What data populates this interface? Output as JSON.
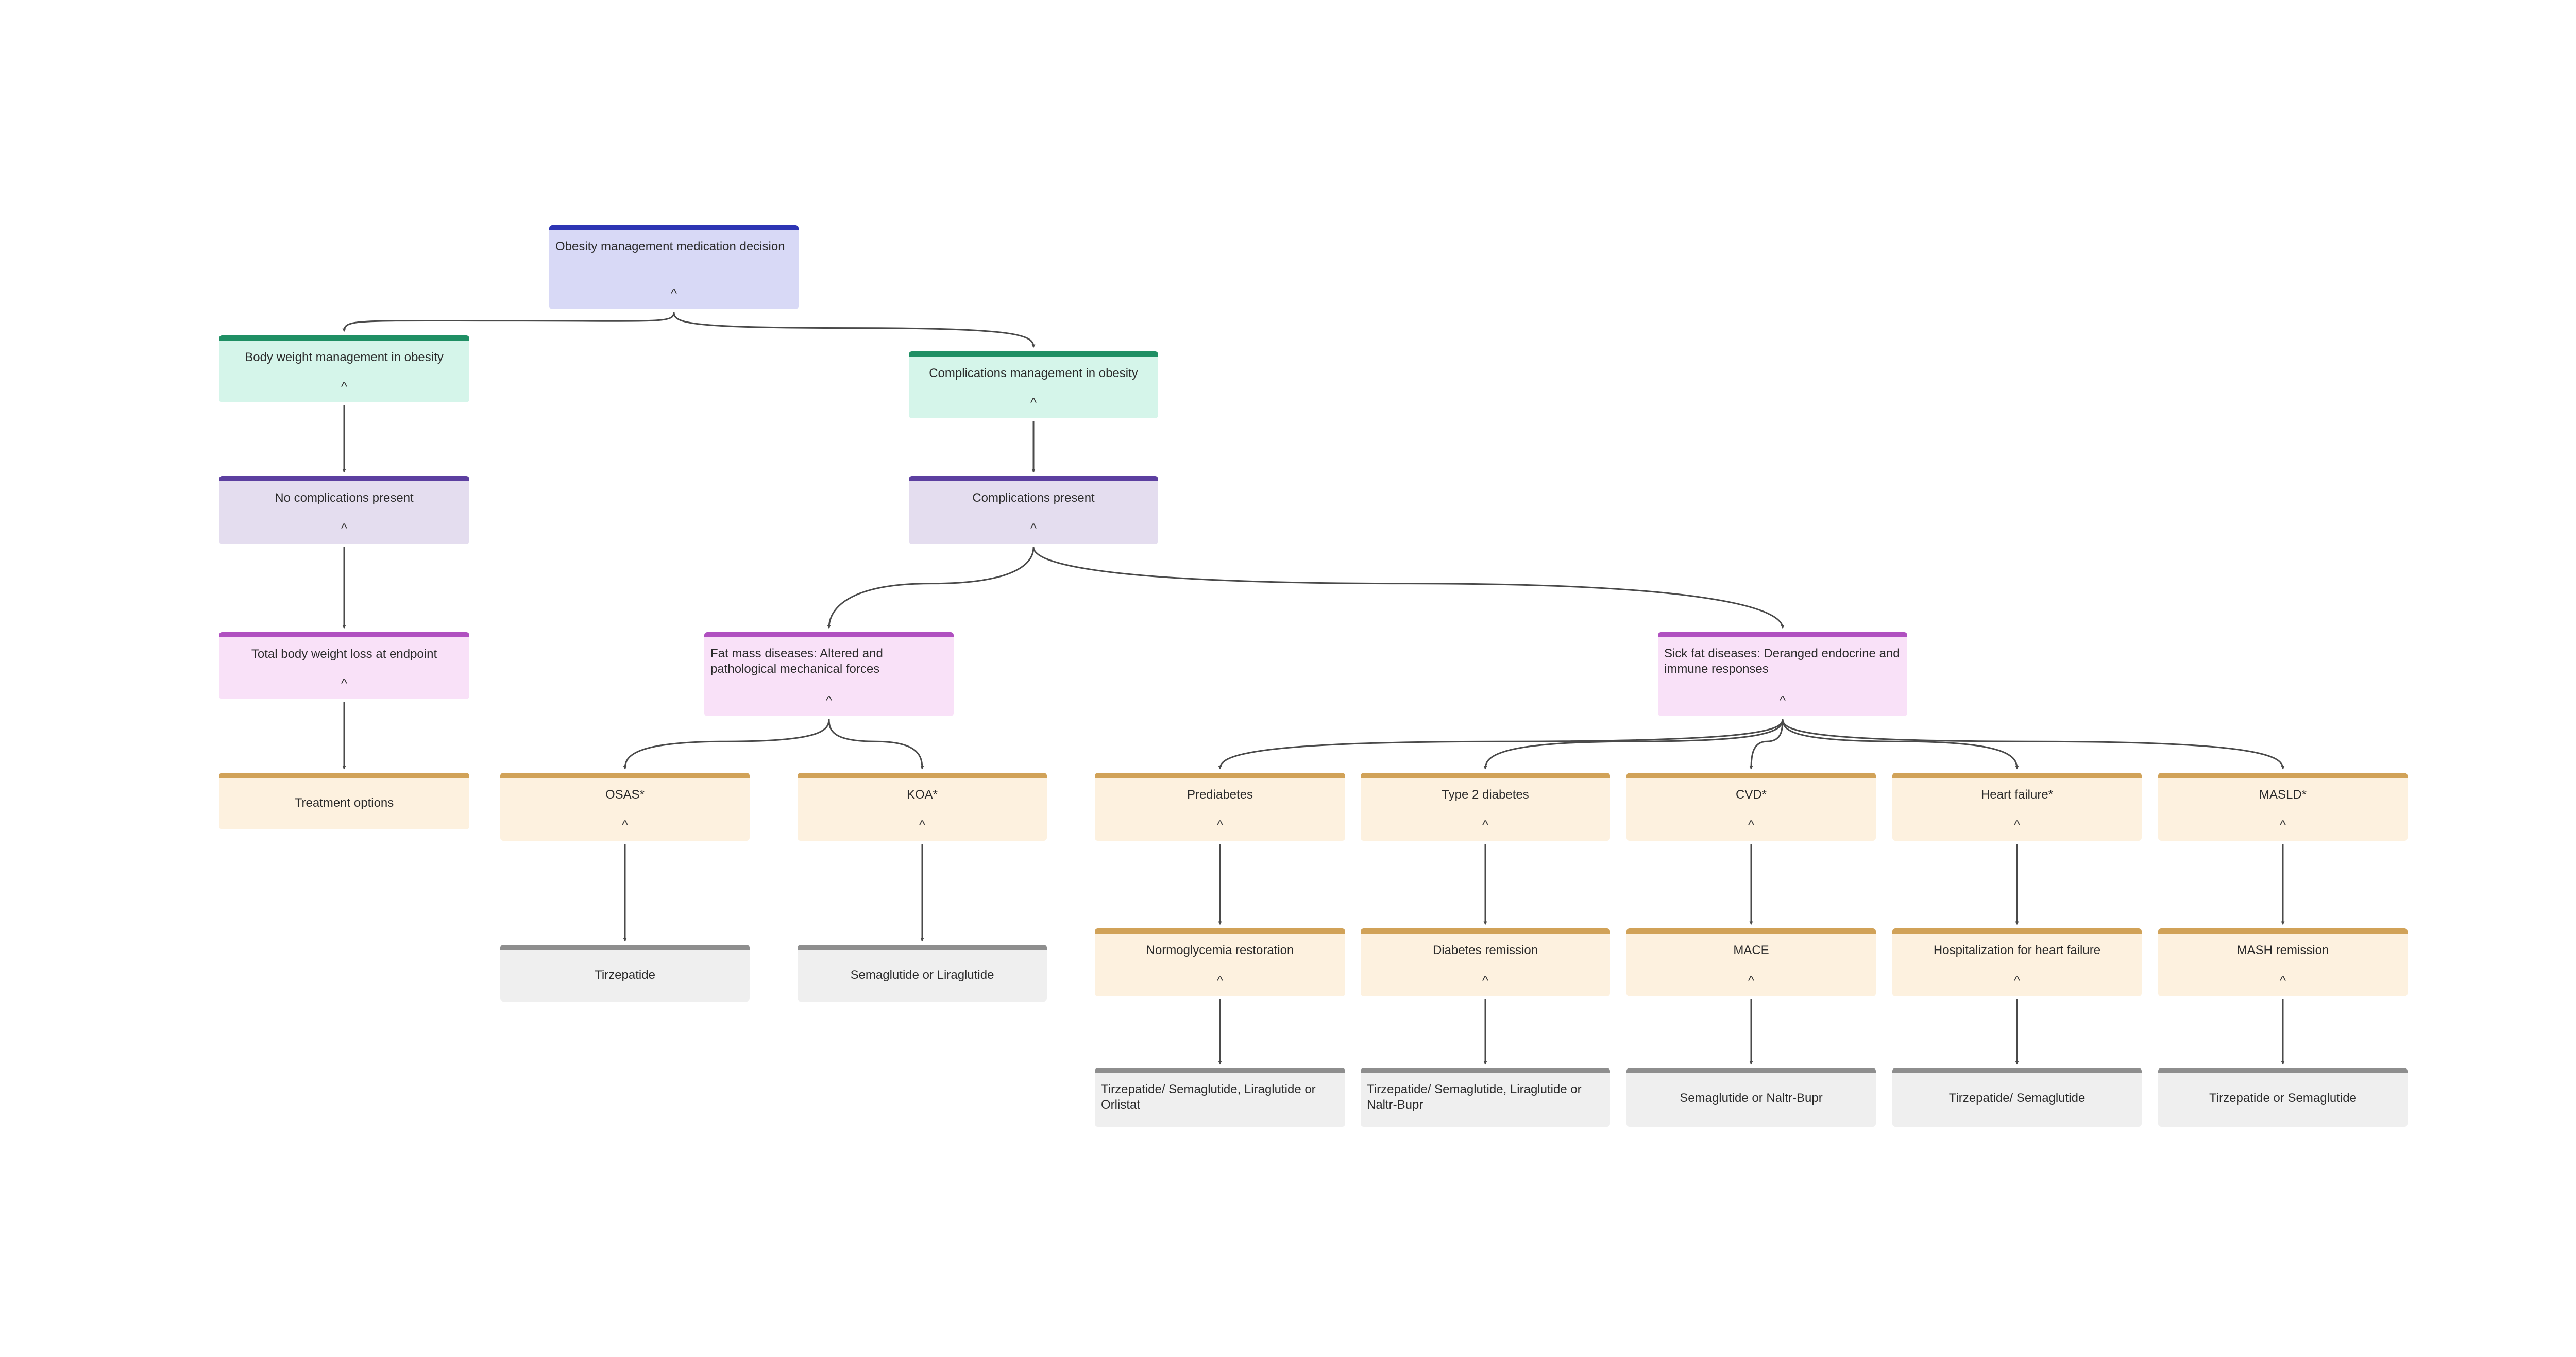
{
  "diagram": {
    "nodes": {
      "root": {
        "label": "Obesity management medication decision",
        "toggle": "^"
      },
      "body_weight": {
        "label": "Body weight management in obesity",
        "toggle": "^"
      },
      "complications_mgmt": {
        "label": "Complications management in obesity",
        "toggle": "^"
      },
      "no_complications": {
        "label": "No complications present",
        "toggle": "^"
      },
      "complications_present": {
        "label": "Complications present",
        "toggle": "^"
      },
      "total_weight_loss": {
        "label": "Total body weight loss at endpoint",
        "toggle": "^"
      },
      "treatment_options": {
        "label": "Treatment options"
      },
      "fat_mass": {
        "label": "Fat mass diseases: Altered and pathological mechanical forces",
        "toggle": "^"
      },
      "sick_fat": {
        "label": "Sick fat diseases: Deranged endocrine and immune responses",
        "toggle": "^"
      },
      "osas": {
        "label": "OSAS*",
        "toggle": "^"
      },
      "koa": {
        "label": "KOA*",
        "toggle": "^"
      },
      "prediabetes": {
        "label": "Prediabetes",
        "toggle": "^"
      },
      "t2d": {
        "label": "Type 2 diabetes",
        "toggle": "^"
      },
      "cvd": {
        "label": "CVD*",
        "toggle": "^"
      },
      "heart_failure": {
        "label": "Heart failure*",
        "toggle": "^"
      },
      "masld": {
        "label": "MASLD*",
        "toggle": "^"
      },
      "tirzepatide": {
        "label": "Tirzepatide"
      },
      "sema_lira": {
        "label": "Semaglutide or Liraglutide"
      },
      "normoglycemia": {
        "label": "Normoglycemia restoration",
        "toggle": "^"
      },
      "diabetes_remission": {
        "label": "Diabetes remission",
        "toggle": "^"
      },
      "mace": {
        "label": "MACE",
        "toggle": "^"
      },
      "hosp_hf": {
        "label": "Hospitalization for heart failure",
        "toggle": "^"
      },
      "mash_remission": {
        "label": "MASH remission",
        "toggle": "^"
      },
      "tx_prediabetes": {
        "label": "Tirzepatide/ Semaglutide, Liraglutide or Orlistat"
      },
      "tx_t2d": {
        "label": "Tirzepatide/ Semaglutide, Liraglutide or Naltr-Bupr"
      },
      "tx_mace": {
        "label": "Semaglutide or Naltr-Bupr"
      },
      "tx_hf": {
        "label": "Tirzepatide/ Semaglutide"
      },
      "tx_mash": {
        "label": "Tirzepatide or Semaglutide"
      }
    },
    "edges": [
      [
        "root",
        "body_weight"
      ],
      [
        "root",
        "complications_mgmt"
      ],
      [
        "body_weight",
        "no_complications"
      ],
      [
        "no_complications",
        "total_weight_loss"
      ],
      [
        "total_weight_loss",
        "treatment_options"
      ],
      [
        "complications_mgmt",
        "complications_present"
      ],
      [
        "complications_present",
        "fat_mass"
      ],
      [
        "complications_present",
        "sick_fat"
      ],
      [
        "fat_mass",
        "osas"
      ],
      [
        "fat_mass",
        "koa"
      ],
      [
        "osas",
        "tirzepatide"
      ],
      [
        "koa",
        "sema_lira"
      ],
      [
        "sick_fat",
        "prediabetes"
      ],
      [
        "sick_fat",
        "t2d"
      ],
      [
        "sick_fat",
        "cvd"
      ],
      [
        "sick_fat",
        "heart_failure"
      ],
      [
        "sick_fat",
        "masld"
      ],
      [
        "prediabetes",
        "normoglycemia"
      ],
      [
        "t2d",
        "diabetes_remission"
      ],
      [
        "cvd",
        "mace"
      ],
      [
        "heart_failure",
        "hosp_hf"
      ],
      [
        "masld",
        "mash_remission"
      ],
      [
        "normoglycemia",
        "tx_prediabetes"
      ],
      [
        "diabetes_remission",
        "tx_t2d"
      ],
      [
        "mace",
        "tx_mace"
      ],
      [
        "hosp_hf",
        "tx_hf"
      ],
      [
        "mash_remission",
        "tx_mash"
      ]
    ],
    "colors": {
      "edge": "#4a4a4a",
      "indigo": "#2d35b4",
      "green": "#1f8f64",
      "purple": "#5c3fa0",
      "pink": "#b050c0",
      "orange": "#d1a258",
      "gray": "#8e8e8e"
    }
  }
}
